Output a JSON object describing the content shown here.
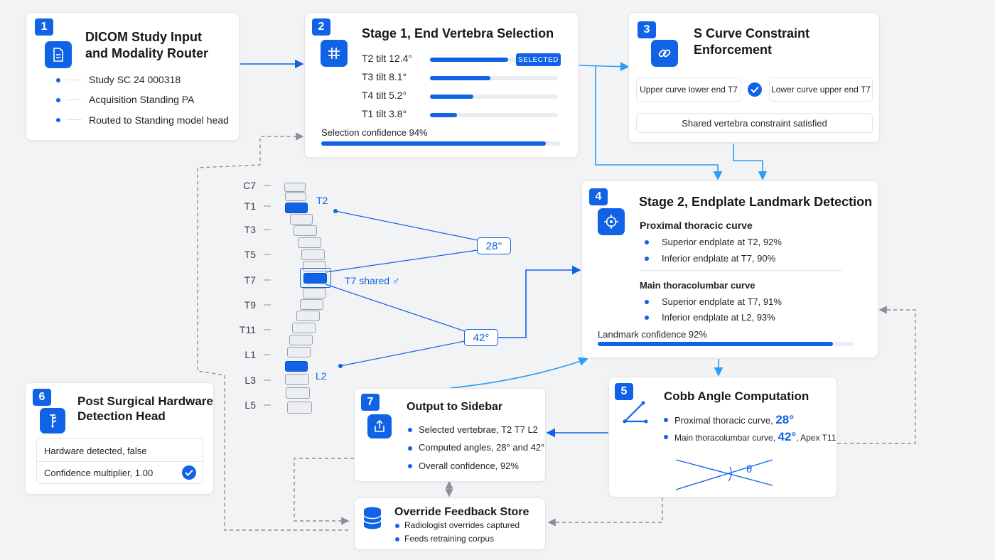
{
  "colors": {
    "accent": "#1062e6",
    "accent_light": "#2a9df4",
    "dashed": "#8a8f98"
  },
  "card1": {
    "num": "1",
    "icon": "document-icon",
    "title_line1": "DICOM Study Input",
    "title_line2": "and Modality Router",
    "items": [
      "Study SC 24 000318",
      "Acquisition  Standing PA",
      "Routed to Standing model head"
    ]
  },
  "card2": {
    "num": "2",
    "icon": "grid-icon",
    "title": "Stage 1, End Vertebra Selection",
    "rows": [
      {
        "label": "T2 tilt  12.4°",
        "value": 0.61,
        "badge": "SELECTED"
      },
      {
        "label": "T3 tilt  8.1°",
        "value": 0.47
      },
      {
        "label": "T4 tilt  5.2°",
        "value": 0.34
      },
      {
        "label": "T1 tilt  3.8°",
        "value": 0.21
      }
    ],
    "confidence_label": "Selection confidence  94%",
    "confidence_value": 0.94
  },
  "card3": {
    "num": "3",
    "icon": "link-icon",
    "title_line1": "S Curve Constraint",
    "title_line2": "Enforcement",
    "left_box": "Upper curve lower end T7",
    "right_box": "Lower curve upper end T7",
    "status": "Shared vertebra constraint satisfied"
  },
  "card4": {
    "num": "4",
    "icon": "target-icon",
    "title": "Stage 2, Endplate Landmark Detection",
    "section1": "Proximal thoracic curve",
    "section1_items": [
      "Superior endplate at T2, 92%",
      "Inferior endplate at T7, 90%"
    ],
    "section2": "Main thoracolumbar curve",
    "section2_items": [
      "Superior endplate at T7, 91%",
      "Inferior endplate at L2, 93%"
    ],
    "confidence_label": "Landmark confidence  92%",
    "confidence_value": 0.92
  },
  "card5": {
    "num": "5",
    "icon": "angle-icon",
    "title": "Cobb Angle Computation",
    "item1_label": "Proximal thoracic curve,",
    "item1_value": "28°",
    "item2_label": "Main thoracolumbar curve,",
    "item2_value": "42°",
    "item2_suffix": ", Apex T11",
    "theta": "θ"
  },
  "card6": {
    "num": "6",
    "icon": "hardware-icon",
    "title_line1": "Post Surgical Hardware",
    "title_line2": "Detection Head",
    "row1": "Hardware detected, false",
    "row2": "Confidence multiplier, 1.00"
  },
  "card7": {
    "num": "7",
    "icon": "share-icon",
    "title": "Output to Sidebar",
    "items": [
      "Selected vertebrae, T2 T7 L2",
      "Computed angles, 28° and 42°",
      "Overall confidence, 92%"
    ]
  },
  "store": {
    "icon": "database-icon",
    "title": "Override Feedback Store",
    "items": [
      "Radiologist overrides captured",
      "Feeds retraining corpus"
    ]
  },
  "spine": {
    "levels": [
      "C7",
      "T1",
      "T3",
      "T5",
      "T7",
      "T9",
      "T11",
      "L1",
      "L3",
      "L5"
    ],
    "labels": {
      "top": "T2",
      "middle": "T7 shared ♂",
      "bottom": "L2"
    },
    "angle_top": "28°",
    "angle_bottom": "42°"
  }
}
